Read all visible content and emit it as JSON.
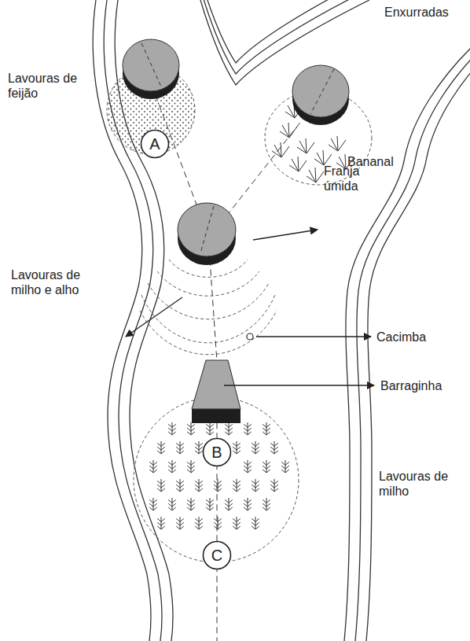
{
  "diagram": {
    "nodes": [
      {
        "text": [
          "A"
        ]
      },
      {
        "text": [
          "B"
        ]
      },
      {
        "text": [
          "C"
        ]
      }
    ],
    "labels": [
      "Enxurradas",
      "Lavouras de feijão",
      "Bananal",
      "Franja úmida",
      "Lavouras de milho e alho",
      "Cacimba",
      "Barraginha",
      "Lavouras de milho"
    ]
  }
}
